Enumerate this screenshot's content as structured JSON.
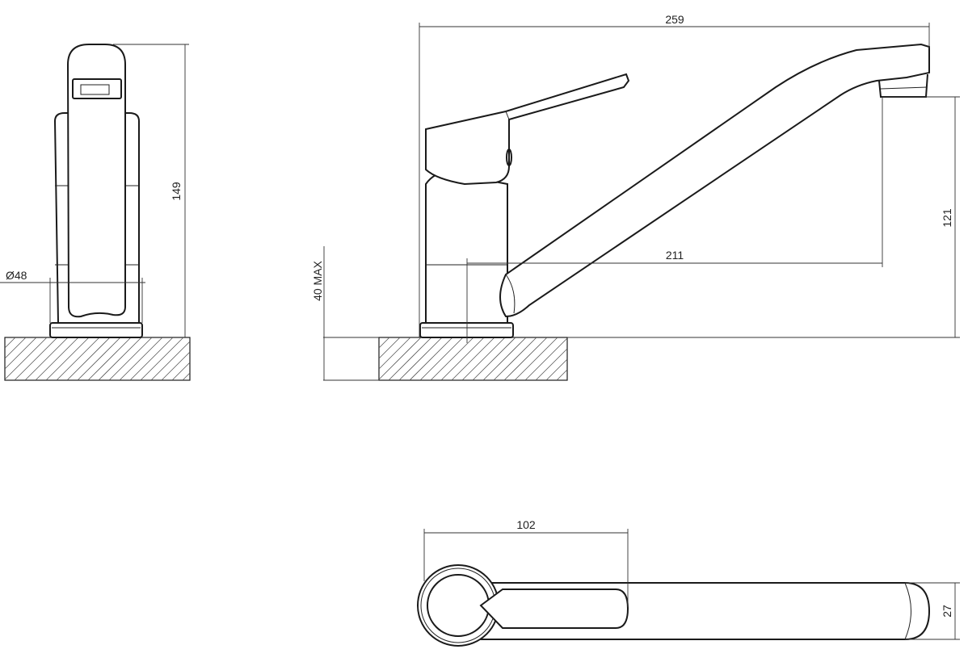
{
  "drawing": {
    "front_view": {
      "height_label": "149",
      "diameter_label": "Ø48"
    },
    "side_view": {
      "overall_length_label": "259",
      "spout_reach_label": "211",
      "spout_height_label": "121",
      "max_thickness_label": "40 MAX"
    },
    "top_view": {
      "lever_length_label": "102",
      "spout_width_label": "27"
    }
  },
  "colors": {
    "line": "#1a1a1a",
    "hatch": "#555555"
  }
}
